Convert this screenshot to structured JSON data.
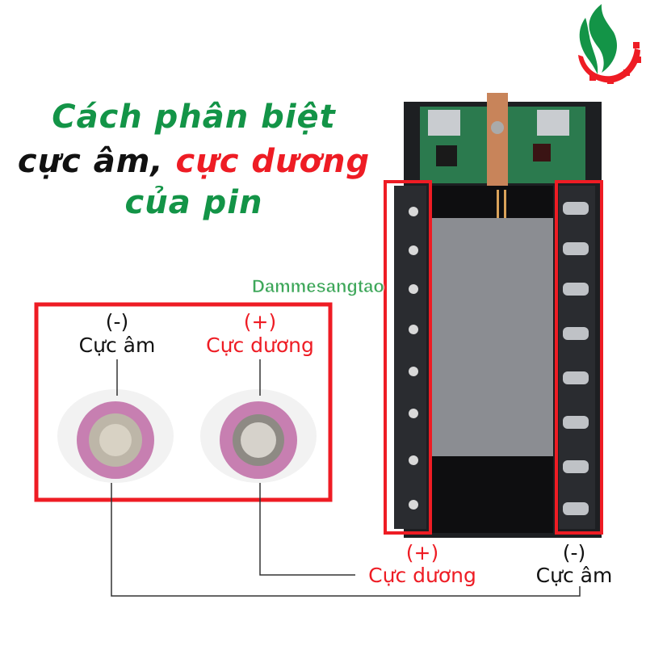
{
  "title": {
    "line1": "Cách phân biệt",
    "line2_black": "cực âm",
    "line2_comma": ",",
    "line2_red": "cực dương",
    "line3": "của pin"
  },
  "left_panel": {
    "negative_sign": "(-)",
    "negative_label": "Cực âm",
    "positive_sign": "(+)",
    "positive_label": "Cực dương"
  },
  "bottom_labels": {
    "positive_sign": "(+)",
    "positive_label": "Cực dương",
    "negative_sign": "(-)",
    "negative_label": "Cực âm"
  },
  "watermark": "Dammesangtao",
  "logo": {
    "name": "flame-gear-logo"
  },
  "colors": {
    "green": "#139447",
    "red": "#ee1c24",
    "black": "#111111"
  }
}
